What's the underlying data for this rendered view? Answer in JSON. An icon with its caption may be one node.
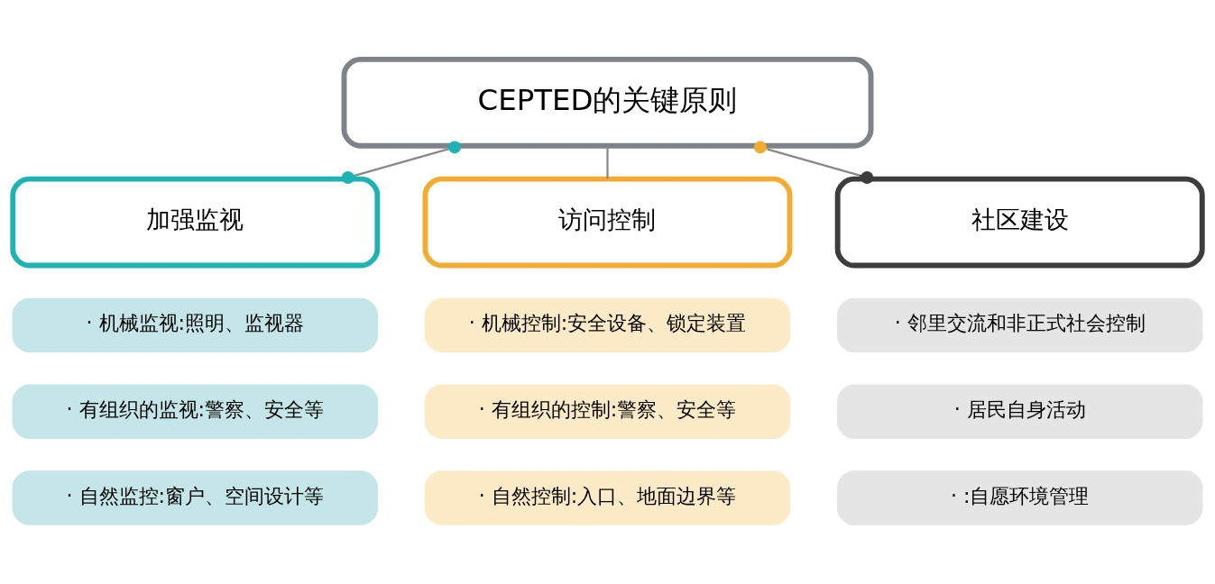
{
  "diagram": {
    "nodes": [
      {
        "text": [
          "CEPTED的关键原则"
        ]
      },
      {
        "text": [
          "加强监视"
        ]
      },
      {
        "text": [
          "访问控制"
        ]
      },
      {
        "text": [
          "社区建设"
        ]
      },
      {
        "text": [
          "· 机械监视:照明、监视器"
        ]
      },
      {
        "text": [
          "· 有组织的监视:警察、安全等"
        ]
      },
      {
        "text": [
          "· 自然监控:窗户、空间设计等"
        ]
      },
      {
        "text": [
          "· 机械控制:安全设备、锁定装置"
        ]
      },
      {
        "text": [
          "· 有组织的控制:警察、安全等"
        ]
      },
      {
        "text": [
          "· 自然控制:入口、地面边界等"
        ]
      },
      {
        "text": [
          "· 邻里交流和非正式社会控制"
        ]
      },
      {
        "text": [
          "· 居民自身活动"
        ]
      },
      {
        "text": [
          "· :自愿环境管理"
        ]
      }
    ],
    "edges": [
      {
        "from": 0,
        "to": 1,
        "arrow": "other"
      },
      {
        "from": 0,
        "to": 2,
        "arrow": "none"
      },
      {
        "from": 0,
        "to": 3,
        "arrow": "other"
      }
    ]
  }
}
